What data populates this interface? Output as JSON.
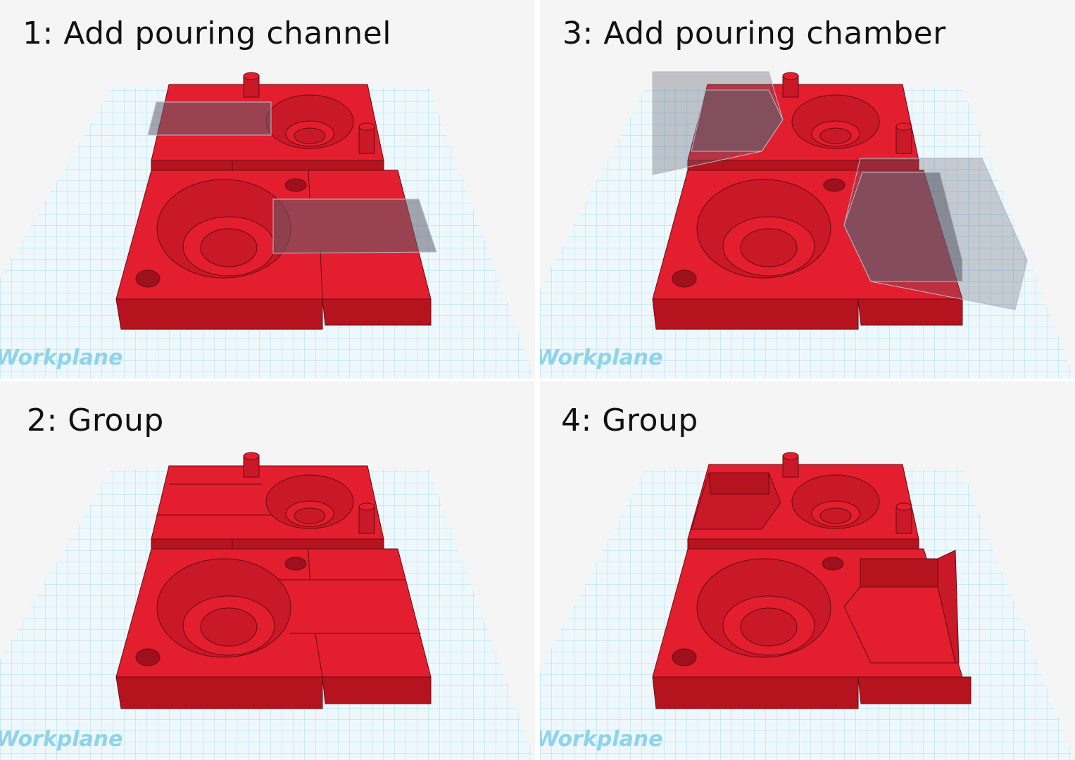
{
  "panels": [
    {
      "id": "p1",
      "title": "1: Add pouring channel",
      "workplane_label": "Workplane"
    },
    {
      "id": "p3",
      "title": "3: Add pouring chamber",
      "workplane_label": "Workplane"
    },
    {
      "id": "p2",
      "title": "2: Group",
      "workplane_label": "Workplane"
    },
    {
      "id": "p4",
      "title": "4: Group",
      "workplane_label": "Workplane"
    }
  ],
  "colors": {
    "part_top": "#e31e2f",
    "part_side": "#b5141f",
    "part_edge": "#6a0a10",
    "grid_line": "#9fd6ea",
    "grid_bg": "#eef8fc",
    "hole_shape": "#60606e"
  }
}
